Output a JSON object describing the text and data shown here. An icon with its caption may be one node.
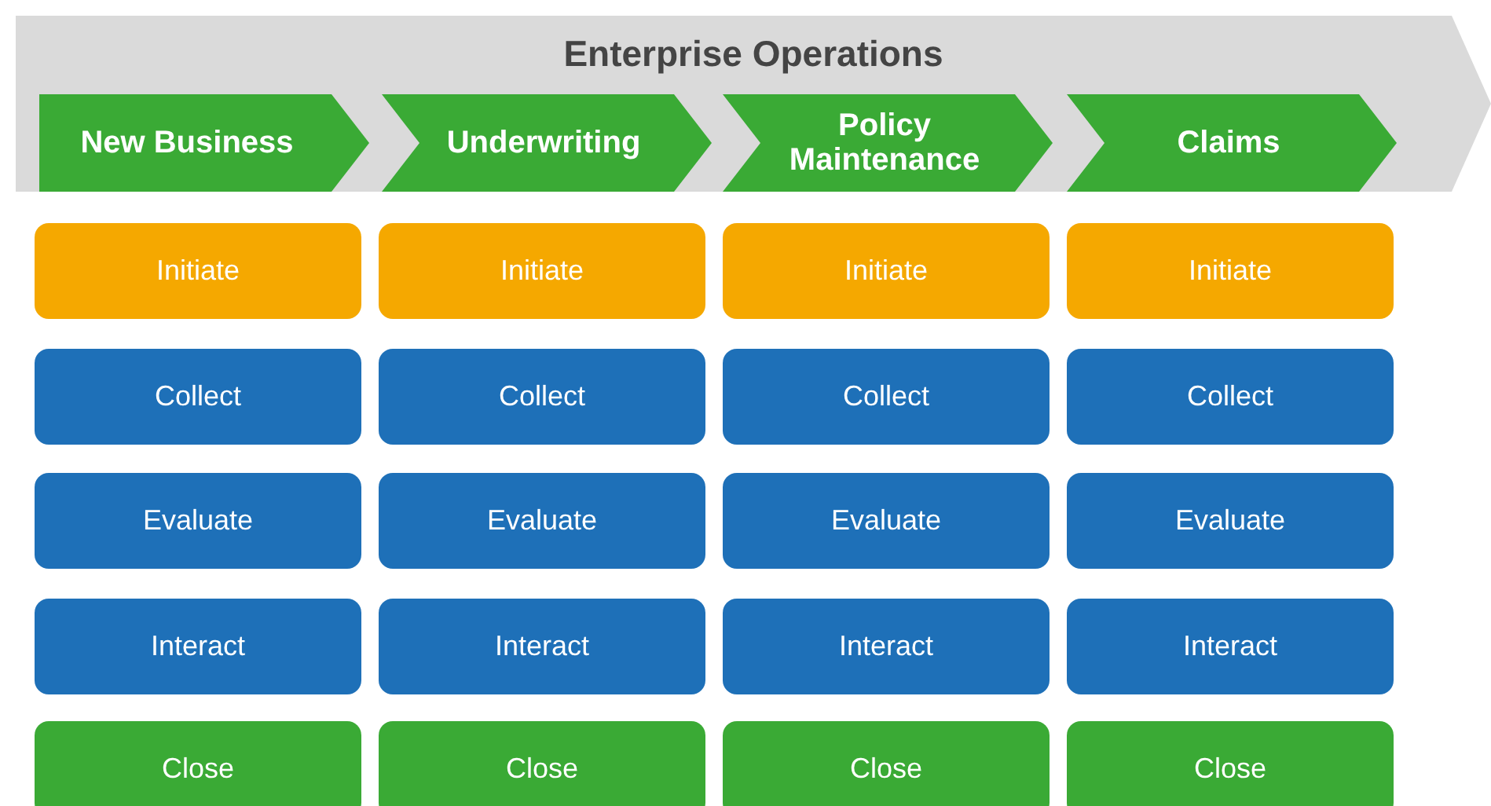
{
  "diagram": {
    "nodes": [
      {
        "text": [
          "Enterprise Operations"
        ]
      },
      {
        "text": [
          "New Business"
        ],
        "in": 0
      },
      {
        "text": [
          "Underwriting"
        ],
        "in": 0
      },
      {
        "text": [
          "Policy Maintenance"
        ],
        "in": 0
      },
      {
        "text": [
          "Claims"
        ],
        "in": 0
      },
      {
        "text": [
          "Initiate"
        ]
      },
      {
        "text": [
          "Initiate"
        ]
      },
      {
        "text": [
          "Initiate"
        ]
      },
      {
        "text": [
          "Initiate"
        ]
      },
      {
        "text": [
          "Collect"
        ]
      },
      {
        "text": [
          "Collect"
        ]
      },
      {
        "text": [
          "Collect"
        ]
      },
      {
        "text": [
          "Collect"
        ]
      },
      {
        "text": [
          "Evaluate"
        ]
      },
      {
        "text": [
          "Evaluate"
        ]
      },
      {
        "text": [
          "Evaluate"
        ]
      },
      {
        "text": [
          "Evaluate"
        ]
      },
      {
        "text": [
          "Interact"
        ]
      },
      {
        "text": [
          "Interact"
        ]
      },
      {
        "text": [
          "Interact"
        ]
      },
      {
        "text": [
          "Interact"
        ]
      },
      {
        "text": [
          "Close"
        ]
      },
      {
        "text": [
          "Close"
        ]
      },
      {
        "text": [
          "Close"
        ]
      },
      {
        "text": [
          "Close"
        ]
      }
    ]
  }
}
